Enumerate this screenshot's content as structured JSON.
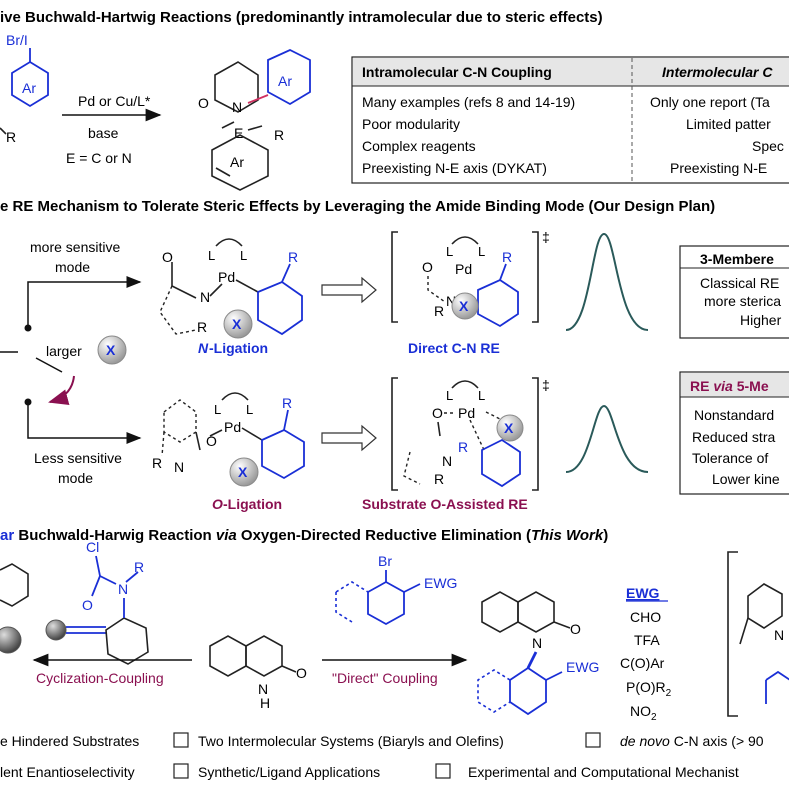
{
  "header_a": "ive Buchwald-Hartwig Reactions (predominantly intramolecular due to steric effects)",
  "header_b": "e RE Mechanism to Tolerate Steric Effects by Leveraging the Amide Binding Mode (Our Design Plan)",
  "header_c": {
    "p1": "ar",
    "p2": " Buchwald-Harwig Reaction ",
    "p3": "via",
    "p4": " Oxygen-Directed  Reductive Elimination  (",
    "p5": "This Work",
    "p6": ")"
  },
  "section_a": {
    "substituent": "Br/I",
    "ar": "Ar",
    "r_label": "R",
    "conditions_top": "Pd or Cu/L*",
    "conditions_mid": "base",
    "conditions_bot": "E = C or N",
    "product_o": "O",
    "product_n": "N",
    "product_e": "E",
    "product_r": "R",
    "table": {
      "col1_head": "Intramolecular C-N Coupling",
      "col2_head": "Intermolecular C",
      "col1_rows": [
        "Many examples (refs 8 and 14-19)",
        "Poor modularity",
        "Complex reagents",
        "Preexisting N-E axis (DYKAT)"
      ],
      "col2_rows": [
        "Only one report (Ta",
        "Limited patter",
        "Spec",
        "Preexisting N-E"
      ]
    }
  },
  "section_b": {
    "more_sensitive": [
      "more sensitive",
      "mode"
    ],
    "less_sensitive": [
      "Less sensitive",
      "mode"
    ],
    "larger": "larger",
    "x": "X",
    "pd": "Pd",
    "l": "L",
    "n": "N",
    "o": "O",
    "r": "R",
    "dagger": "‡",
    "n_ligation": "N-Ligation",
    "n_ligation_italic": "N",
    "n_ligation_rest": "-Ligation",
    "direct_re": "Direct C-N RE",
    "o_ligation_italic": "O",
    "o_ligation_rest": "-Ligation",
    "substrate_re": "Substrate O-Assisted RE",
    "box1": {
      "title": "3-Membere",
      "lines": [
        "Classical RE",
        "more sterica",
        "Higher"
      ]
    },
    "box2": {
      "title_a": "RE ",
      "title_b": "via",
      "title_c": " 5-Me",
      "lines": [
        "Nonstandard",
        "Reduced stra",
        "Tolerance of",
        "Lower kine"
      ]
    }
  },
  "section_c": {
    "cl": "Cl",
    "o": "O",
    "n": "N",
    "r": "R",
    "br": "Br",
    "ewg": "EWG",
    "h": "H",
    "cyclization": "Cyclization-Coupling",
    "direct_coupling": "\"Direct\" Coupling",
    "ewg_head": "EWG",
    "ewg_list": [
      "CHO",
      "TFA",
      "C(O)Ar",
      "P(O)R",
      "NO"
    ],
    "ewg_sub": [
      "",
      "",
      "",
      "2",
      "2"
    ],
    "n_right": "N"
  },
  "footer": {
    "row1": [
      "e Hindered Substrates",
      "Two Intermolecular Systems (Biaryls and Olefins)",
      "de novo",
      " C-N axis (> 90"
    ],
    "row2": [
      "lent Enantioselectivity",
      "Synthetic/Ligand Applications",
      "Experimental and Computational Mechanist"
    ]
  },
  "colors": {
    "blue": "#1a2fd6",
    "maroon": "#8a1050",
    "table_head_bg": "#e6e6e6"
  }
}
